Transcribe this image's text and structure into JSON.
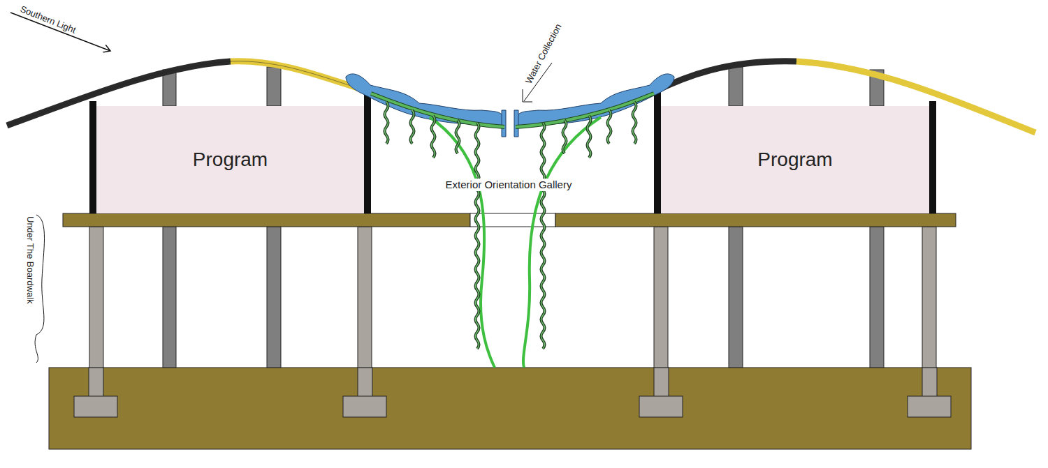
{
  "diagram": {
    "nodes": [
      {
        "text": [
          "Program"
        ]
      },
      {
        "text": [
          "Program"
        ]
      }
    ],
    "labels": [
      "Southern Light",
      "Water Collection",
      "Exterior Orientation Gallery",
      "Under The Boardwalk"
    ]
  }
}
